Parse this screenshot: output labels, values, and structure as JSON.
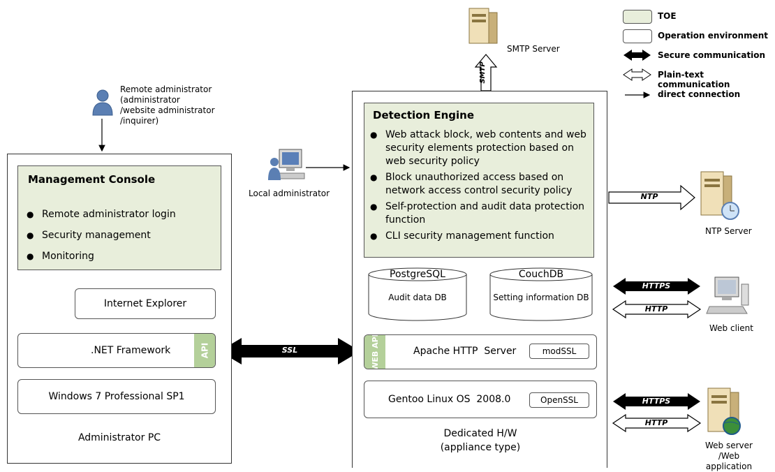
{
  "legend": {
    "toe": "TOE",
    "operation_env": "Operation environment",
    "secure": "Secure communication",
    "plain": "Plain-text communication",
    "direct": "direct connection"
  },
  "remote_admin": {
    "label_lines": [
      "Remote administrator",
      "(administrator",
      "/website administrator",
      "/inquirer)"
    ]
  },
  "local_admin": {
    "label": "Local administrator"
  },
  "smtp": {
    "label": "SMTP Server",
    "arrow_label": "SMTP"
  },
  "ntp": {
    "label": "NTP Server",
    "arrow_label": "NTP"
  },
  "web_client": {
    "label": "Web client",
    "https": "HTTPS",
    "http": "HTTP"
  },
  "web_server": {
    "label_lines": [
      "Web server",
      "/Web application"
    ],
    "https": "HTTPS",
    "http": "HTTP"
  },
  "admin_pc": {
    "label": "Administrator PC",
    "console": {
      "title": "Management Console",
      "items": [
        "Remote administrator login",
        "Security management",
        "Monitoring"
      ]
    },
    "ie": "Internet Explorer",
    "dotnet": ".NET Framework",
    "api": "API",
    "windows": "Windows 7 Professional SP1"
  },
  "ssl_label": "SSL",
  "appliance": {
    "label_lines": [
      "Dedicated H/W",
      "(appliance type)"
    ],
    "engine": {
      "title": "Detection Engine",
      "items": [
        "Web attack block, web contents and web security elements protection based on web security policy",
        "Block unauthorized access based on network access control security policy",
        "Self-protection and audit data protection function",
        "CLI security management function"
      ]
    },
    "postgres": {
      "name": "PostgreSQL",
      "desc": "Audit data DB"
    },
    "couch": {
      "name": "CouchDB",
      "desc": "Setting information DB"
    },
    "web_api": "WEB API",
    "apache": "Apache HTTP  Server",
    "modssl": "modSSL",
    "gentoo": "Gentoo Linux OS  2008.0",
    "openssl": "OpenSSL"
  }
}
